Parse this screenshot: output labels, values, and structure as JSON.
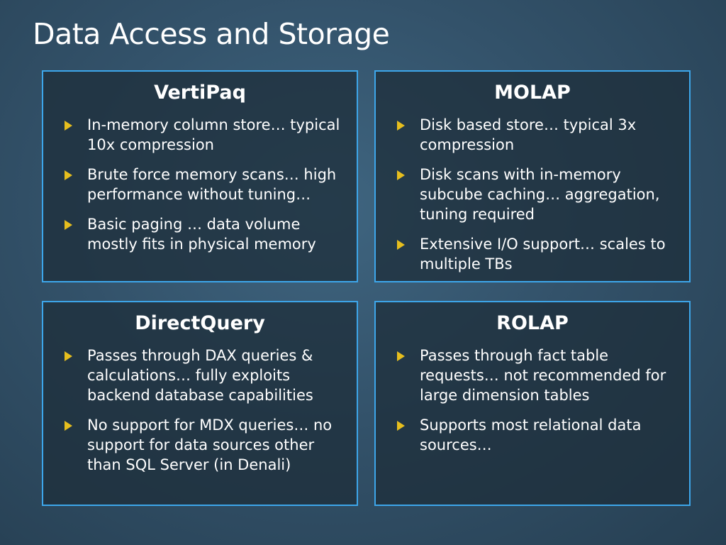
{
  "title": "Data Access and Storage",
  "colors": {
    "accent_border": "#3da6ea",
    "bullet_arrow": "#e6be1e"
  },
  "boxes": [
    {
      "heading": "VertiPaq",
      "bullets": [
        "In-memory column store… typical 10x compression",
        "Brute force memory scans… high performance without tuning…",
        "Basic paging … data volume mostly fits in physical memory"
      ]
    },
    {
      "heading": "MOLAP",
      "bullets": [
        "Disk based store… typical 3x compression",
        "Disk scans with in-memory subcube caching… aggregation, tuning required",
        "Extensive I/O support… scales to multiple TBs"
      ]
    },
    {
      "heading": "DirectQuery",
      "bullets": [
        "Passes through DAX queries & calculations… fully exploits backend database capabilities",
        "No support for MDX queries… no support for data sources other than SQL Server (in Denali)"
      ]
    },
    {
      "heading": "ROLAP",
      "bullets": [
        "Passes through fact table requests… not recommended for large dimension tables",
        "Supports most relational data sources…"
      ]
    }
  ]
}
